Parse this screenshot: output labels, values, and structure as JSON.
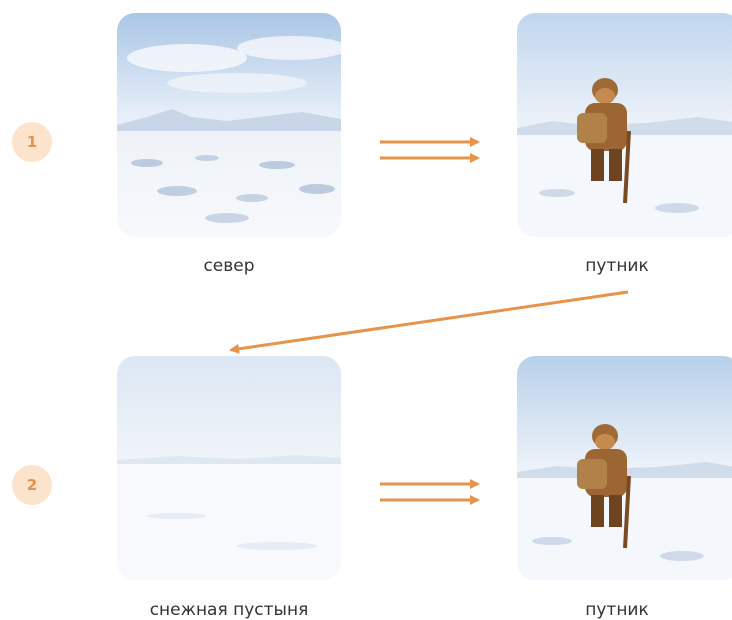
{
  "rows": [
    {
      "step": "1",
      "left": {
        "caption": "север",
        "scene": "northern-landscape"
      },
      "right": {
        "caption": "путник",
        "scene": "traveler"
      }
    },
    {
      "step": "2",
      "left": {
        "caption": "снежная пустыня",
        "scene": "snowy-desert"
      },
      "right": {
        "caption": "путник",
        "scene": "traveler"
      }
    }
  ],
  "colors": {
    "arrow": "#e8924a",
    "badge_bg": "#fbe3cc",
    "badge_text": "#e8924a",
    "caption": "#333333"
  }
}
